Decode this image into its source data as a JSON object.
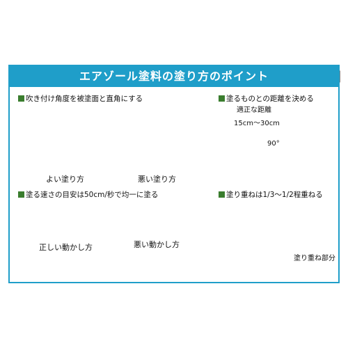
{
  "title": "エアゾール塗料の塗り方のポイント",
  "sections": {
    "angle": {
      "heading": "吹き付け角度を被塗面と直角にする",
      "good_label": "よい塗り方",
      "bad_label": "悪い塗り方"
    },
    "distance": {
      "heading": "塗るものとの距離を決める",
      "proper_distance_label": "適正な距離",
      "range_label": "15cm〜30cm",
      "angle_label": "90°"
    },
    "speed": {
      "heading": "塗る速さの目安は50cm/秒で均一に塗る",
      "good_label": "正しい動かし方",
      "bad_label": "悪い動かし方"
    },
    "overlap": {
      "heading": "塗り重ねは1/3〜1/2程重ねる",
      "overlap_label": "塗り重ね部分"
    }
  },
  "colors": {
    "accent": "#1f9ec9",
    "heading_square": "#3a7d2e",
    "ink": "#111111"
  },
  "icons": [
    "pointing-hand-icon"
  ]
}
